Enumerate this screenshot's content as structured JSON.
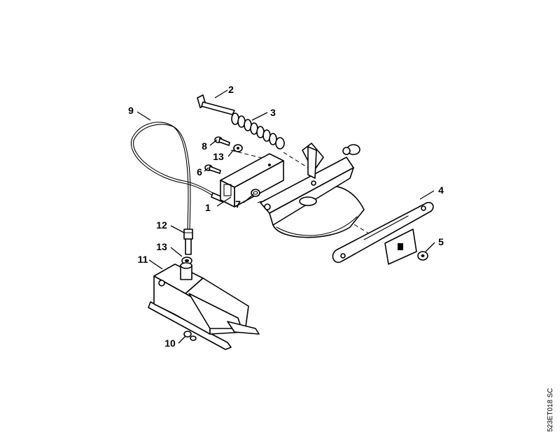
{
  "diagram": {
    "callouts": [
      "1",
      "2",
      "3",
      "4",
      "5",
      "6",
      "7",
      "8",
      "9",
      "10",
      "11",
      "12",
      "13",
      "13"
    ],
    "doc_ref": "523ET018 SC"
  }
}
